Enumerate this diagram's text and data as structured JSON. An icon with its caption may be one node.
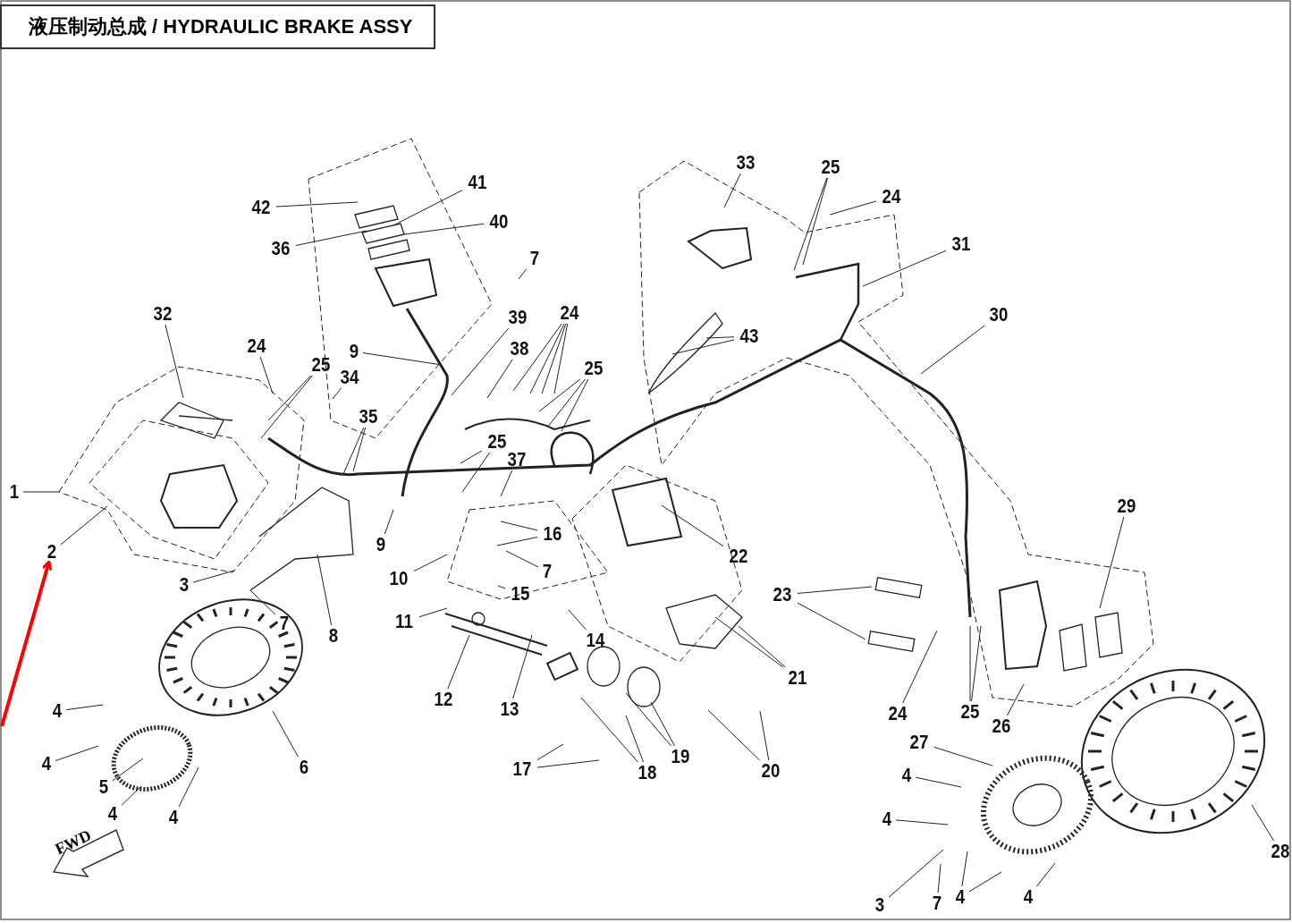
{
  "diagram": {
    "title": "液压制动总成 / HYDRAULIC BRAKE ASSY",
    "nodes": [
      {
        "text": [
          "33"
        ]
      },
      {
        "text": [
          "25"
        ]
      },
      {
        "text": [
          "24"
        ]
      },
      {
        "text": [
          "41"
        ]
      },
      {
        "text": [
          "42"
        ]
      },
      {
        "text": [
          "40"
        ]
      },
      {
        "text": [
          "36"
        ]
      },
      {
        "text": [
          "31"
        ]
      },
      {
        "text": [
          "7"
        ]
      },
      {
        "text": [
          "30"
        ]
      },
      {
        "text": [
          "32"
        ]
      },
      {
        "text": [
          "24"
        ]
      },
      {
        "text": [
          "38"
        ]
      },
      {
        "text": [
          "24"
        ]
      },
      {
        "text": [
          "39"
        ]
      },
      {
        "text": [
          "43"
        ]
      },
      {
        "text": [
          "9"
        ]
      },
      {
        "text": [
          "25"
        ]
      },
      {
        "text": [
          "34"
        ]
      },
      {
        "text": [
          "25"
        ]
      },
      {
        "text": [
          "35"
        ]
      },
      {
        "text": [
          "25"
        ]
      },
      {
        "text": [
          "37"
        ]
      },
      {
        "text": [
          "1"
        ]
      },
      {
        "text": [
          "29"
        ]
      },
      {
        "text": [
          "16"
        ]
      },
      {
        "text": [
          "2"
        ]
      },
      {
        "text": [
          "9"
        ]
      },
      {
        "text": [
          "22"
        ]
      },
      {
        "text": [
          "23"
        ]
      },
      {
        "text": [
          "7"
        ]
      },
      {
        "text": [
          "3"
        ]
      },
      {
        "text": [
          "10"
        ]
      },
      {
        "text": [
          "15"
        ]
      },
      {
        "text": [
          "14"
        ]
      },
      {
        "text": [
          "7"
        ]
      },
      {
        "text": [
          "11"
        ]
      },
      {
        "text": [
          "8"
        ]
      },
      {
        "text": [
          "21"
        ]
      },
      {
        "text": [
          "12"
        ]
      },
      {
        "text": [
          "13"
        ]
      },
      {
        "text": [
          "19"
        ]
      },
      {
        "text": [
          "24"
        ]
      },
      {
        "text": [
          "25"
        ]
      },
      {
        "text": [
          "26"
        ]
      },
      {
        "text": [
          "4"
        ]
      },
      {
        "text": [
          "18"
        ]
      },
      {
        "text": [
          "20"
        ]
      },
      {
        "text": [
          "17"
        ]
      },
      {
        "text": [
          "6"
        ]
      },
      {
        "text": [
          "27"
        ]
      },
      {
        "text": [
          "4"
        ]
      },
      {
        "text": [
          "5"
        ]
      },
      {
        "text": [
          "4"
        ]
      },
      {
        "text": [
          "4"
        ]
      },
      {
        "text": [
          "4"
        ]
      },
      {
        "text": [
          "4"
        ]
      },
      {
        "text": [
          "3"
        ]
      },
      {
        "text": [
          "7"
        ]
      },
      {
        "text": [
          "4"
        ]
      },
      {
        "text": [
          "4"
        ]
      },
      {
        "text": [
          "28"
        ]
      }
    ],
    "edges": [
      {
        "from": 0,
        "to": null,
        "arrow": "none"
      },
      {
        "from": 1,
        "to": null,
        "arrow": "none"
      },
      {
        "from": 1,
        "to": null,
        "arrow": "none"
      },
      {
        "from": 2,
        "to": null,
        "arrow": "none"
      },
      {
        "from": 3,
        "to": null,
        "arrow": "none"
      },
      {
        "from": 4,
        "to": null,
        "arrow": "none"
      },
      {
        "from": 5,
        "to": null,
        "arrow": "none"
      },
      {
        "from": 6,
        "to": null,
        "arrow": "none"
      },
      {
        "from": 7,
        "to": null,
        "arrow": "none"
      },
      {
        "from": 8,
        "to": null,
        "arrow": "none"
      },
      {
        "from": 9,
        "to": null,
        "arrow": "none"
      },
      {
        "from": 10,
        "to": null,
        "arrow": "none"
      },
      {
        "from": 11,
        "to": null,
        "arrow": "none"
      },
      {
        "from": 11,
        "to": null,
        "arrow": "none"
      },
      {
        "from": 11,
        "to": null,
        "arrow": "none"
      },
      {
        "from": 11,
        "to": null,
        "arrow": "none"
      },
      {
        "from": 12,
        "to": null,
        "arrow": "none"
      },
      {
        "from": 13,
        "to": null,
        "arrow": "none"
      },
      {
        "from": 14,
        "to": null,
        "arrow": "none"
      },
      {
        "from": 15,
        "to": null,
        "arrow": "none"
      },
      {
        "from": 15,
        "to": null,
        "arrow": "none"
      },
      {
        "from": 16,
        "to": null,
        "arrow": "none"
      },
      {
        "from": 17,
        "to": null,
        "arrow": "none"
      },
      {
        "from": 17,
        "to": null,
        "arrow": "none"
      },
      {
        "from": 18,
        "to": null,
        "arrow": "none"
      },
      {
        "from": 19,
        "to": null,
        "arrow": "none"
      },
      {
        "from": 19,
        "to": null,
        "arrow": "none"
      },
      {
        "from": 19,
        "to": null,
        "arrow": "none"
      },
      {
        "from": 20,
        "to": null,
        "arrow": "none"
      },
      {
        "from": 20,
        "to": null,
        "arrow": "none"
      },
      {
        "from": 21,
        "to": null,
        "arrow": "none"
      },
      {
        "from": 21,
        "to": null,
        "arrow": "none"
      },
      {
        "from": 22,
        "to": null,
        "arrow": "none"
      },
      {
        "from": 23,
        "to": null,
        "arrow": "none"
      },
      {
        "from": 24,
        "to": null,
        "arrow": "none"
      },
      {
        "from": 25,
        "to": null,
        "arrow": "none"
      },
      {
        "from": 25,
        "to": null,
        "arrow": "none"
      },
      {
        "from": 26,
        "to": null,
        "arrow": "none"
      },
      {
        "from": 27,
        "to": null,
        "arrow": "none"
      },
      {
        "from": 28,
        "to": null,
        "arrow": "none"
      },
      {
        "from": 29,
        "to": null,
        "arrow": "none"
      },
      {
        "from": 29,
        "to": null,
        "arrow": "none"
      },
      {
        "from": 30,
        "to": null,
        "arrow": "none"
      },
      {
        "from": 31,
        "to": null,
        "arrow": "none"
      },
      {
        "from": 32,
        "to": null,
        "arrow": "none"
      },
      {
        "from": 33,
        "to": null,
        "arrow": "none"
      },
      {
        "from": 34,
        "to": null,
        "arrow": "none"
      },
      {
        "from": 35,
        "to": null,
        "arrow": "none"
      },
      {
        "from": 36,
        "to": null,
        "arrow": "none"
      },
      {
        "from": 37,
        "to": null,
        "arrow": "none"
      },
      {
        "from": 38,
        "to": null,
        "arrow": "none"
      },
      {
        "from": 38,
        "to": null,
        "arrow": "none"
      },
      {
        "from": 39,
        "to": null,
        "arrow": "none"
      },
      {
        "from": 40,
        "to": null,
        "arrow": "none"
      },
      {
        "from": 41,
        "to": null,
        "arrow": "none"
      },
      {
        "from": 41,
        "to": null,
        "arrow": "none"
      },
      {
        "from": 42,
        "to": null,
        "arrow": "none"
      },
      {
        "from": 43,
        "to": null,
        "arrow": "none"
      },
      {
        "from": 43,
        "to": null,
        "arrow": "none"
      },
      {
        "from": 44,
        "to": null,
        "arrow": "none"
      },
      {
        "from": 45,
        "to": null,
        "arrow": "none"
      },
      {
        "from": 46,
        "to": null,
        "arrow": "none"
      },
      {
        "from": 46,
        "to": null,
        "arrow": "none"
      },
      {
        "from": 47,
        "to": null,
        "arrow": "none"
      },
      {
        "from": 47,
        "to": null,
        "arrow": "none"
      },
      {
        "from": 48,
        "to": null,
        "arrow": "none"
      },
      {
        "from": 48,
        "to": null,
        "arrow": "none"
      },
      {
        "from": 49,
        "to": null,
        "arrow": "none"
      },
      {
        "from": 50,
        "to": null,
        "arrow": "none"
      },
      {
        "from": 51,
        "to": null,
        "arrow": "none"
      },
      {
        "from": 52,
        "to": null,
        "arrow": "none"
      },
      {
        "from": 53,
        "to": null,
        "arrow": "none"
      },
      {
        "from": 54,
        "to": null,
        "arrow": "none"
      },
      {
        "from": 55,
        "to": null,
        "arrow": "none"
      },
      {
        "from": 56,
        "to": null,
        "arrow": "none"
      },
      {
        "from": 57,
        "to": null,
        "arrow": "none"
      },
      {
        "from": 58,
        "to": null,
        "arrow": "none"
      },
      {
        "from": 59,
        "to": null,
        "arrow": "none"
      },
      {
        "from": 59,
        "to": null,
        "arrow": "none"
      },
      {
        "from": 60,
        "to": null,
        "arrow": "none"
      },
      {
        "from": 61,
        "to": null,
        "arrow": "none"
      },
      {
        "from": null,
        "to": 26,
        "arrow": "to",
        "style": "thick",
        "color": "#ff0000"
      }
    ],
    "labels": [
      "FWD"
    ]
  }
}
